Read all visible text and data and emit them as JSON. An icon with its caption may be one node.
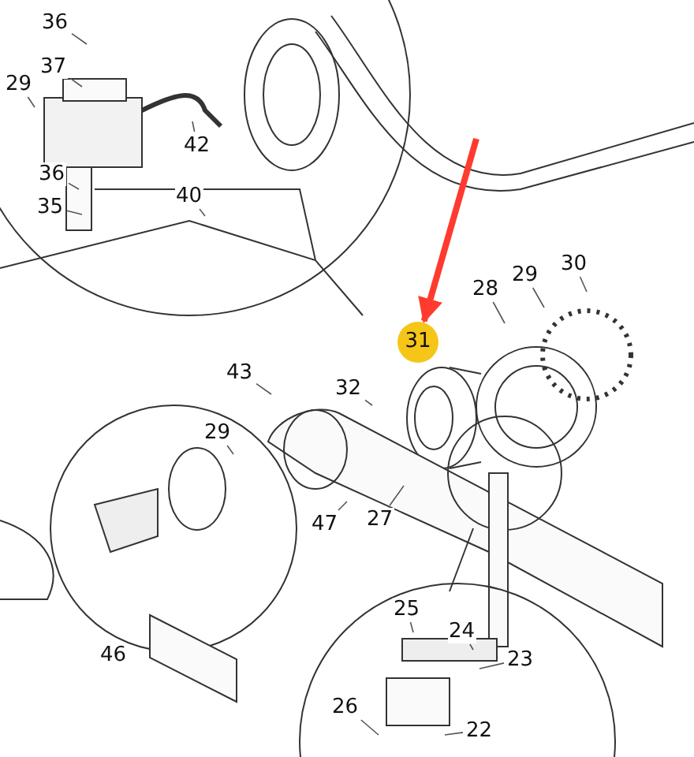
{
  "diagram": {
    "nodes": [
      {
        "text": [
          "36"
        ]
      },
      {
        "text": [
          "37"
        ]
      },
      {
        "text": [
          "29"
        ]
      },
      {
        "text": [
          "42"
        ]
      },
      {
        "text": [
          "36"
        ]
      },
      {
        "text": [
          "35"
        ]
      },
      {
        "text": [
          "40"
        ]
      },
      {
        "text": [
          "30"
        ]
      },
      {
        "text": [
          "29"
        ]
      },
      {
        "text": [
          "28"
        ]
      },
      {
        "text": [
          "31"
        ]
      },
      {
        "text": [
          "43"
        ]
      },
      {
        "text": [
          "32"
        ]
      },
      {
        "text": [
          "29"
        ]
      },
      {
        "text": [
          "47"
        ]
      },
      {
        "text": [
          "27"
        ]
      },
      {
        "text": [
          "46"
        ]
      },
      {
        "text": [
          "25"
        ]
      },
      {
        "text": [
          "24"
        ]
      },
      {
        "text": [
          "23"
        ]
      },
      {
        "text": [
          "26"
        ]
      },
      {
        "text": [
          "22"
        ]
      }
    ],
    "edges": [
      {
        "from": 0,
        "to": null,
        "arrow": "none"
      },
      {
        "from": 1,
        "to": null,
        "arrow": "none"
      },
      {
        "from": 2,
        "to": null,
        "arrow": "none"
      },
      {
        "from": 3,
        "to": null,
        "arrow": "none"
      },
      {
        "from": 4,
        "to": null,
        "arrow": "none"
      },
      {
        "from": 5,
        "to": null,
        "arrow": "none"
      },
      {
        "from": 6,
        "to": null,
        "arrow": "none"
      },
      {
        "from": 7,
        "to": null,
        "arrow": "none"
      },
      {
        "from": 8,
        "to": null,
        "arrow": "none"
      },
      {
        "from": 9,
        "to": null,
        "arrow": "none"
      },
      {
        "from": 11,
        "to": null,
        "arrow": "none"
      },
      {
        "from": 12,
        "to": null,
        "arrow": "none"
      },
      {
        "from": 13,
        "to": null,
        "arrow": "none"
      },
      {
        "from": 14,
        "to": null,
        "arrow": "none"
      },
      {
        "from": 15,
        "to": null,
        "arrow": "none"
      },
      {
        "from": 17,
        "to": null,
        "arrow": "none"
      },
      {
        "from": 18,
        "to": null,
        "arrow": "none"
      },
      {
        "from": 19,
        "to": null,
        "arrow": "none"
      },
      {
        "from": 20,
        "to": null,
        "arrow": "none"
      },
      {
        "from": 21,
        "to": null,
        "arrow": "none"
      },
      {
        "from": null,
        "to": 10,
        "arrow": "to",
        "style": "thick",
        "color": "#ff3b30"
      }
    ]
  }
}
